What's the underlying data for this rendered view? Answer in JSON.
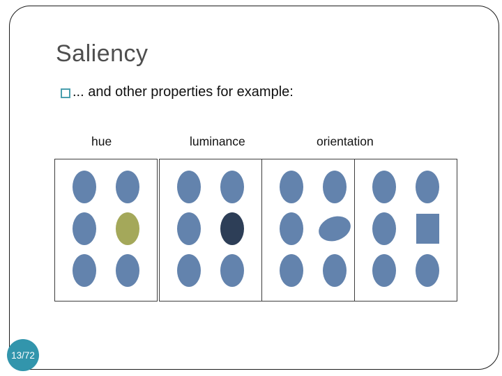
{
  "slide": {
    "title": "Saliency",
    "bullet": "... and other properties for example:",
    "page_number": "13/72"
  },
  "panels": [
    {
      "label": "hue",
      "grid": "2x3 ellipses",
      "odd_item": {
        "position": "middle-right",
        "type": "ellipse",
        "difference": "olive-green color"
      }
    },
    {
      "label": "luminance",
      "grid": "2x3 ellipses",
      "odd_item": {
        "position": "middle-right",
        "type": "ellipse",
        "difference": "dark navy color"
      }
    },
    {
      "label": "orientation",
      "grid": "2x3 ellipses",
      "odd_item": {
        "position": "middle-right",
        "type": "ellipse",
        "difference": "rotated about 70 degrees"
      }
    },
    {
      "label": "",
      "grid": "2x3 ellipses",
      "odd_item": {
        "position": "middle-right",
        "type": "rectangle",
        "difference": "square shape instead of ellipse"
      }
    }
  ],
  "colors": {
    "shape_blue": "#6383ad",
    "odd_hue": "#a4a85a",
    "odd_luminance": "#2d3e57",
    "page_circle": "#3295ac",
    "bullet_square": "#4a9fae",
    "title_gray": "#4e4e4e"
  }
}
